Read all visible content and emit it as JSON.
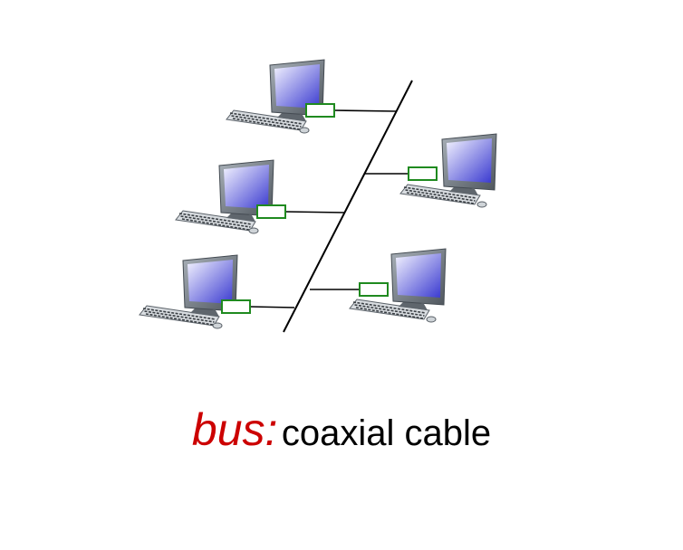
{
  "caption": {
    "label": "bus:",
    "text": "coaxial cable",
    "label_color": "#cc0000"
  },
  "diagram": {
    "topology": "bus",
    "bus_line": {
      "name": "coaxial-cable",
      "color": "#000000"
    },
    "hosts": [
      {
        "id": "host-1",
        "side": "left",
        "icon": "desktop-computer-icon",
        "adapter": "network-adapter-icon"
      },
      {
        "id": "host-2",
        "side": "left",
        "icon": "desktop-computer-icon",
        "adapter": "network-adapter-icon"
      },
      {
        "id": "host-3",
        "side": "left",
        "icon": "desktop-computer-icon",
        "adapter": "network-adapter-icon"
      },
      {
        "id": "host-4",
        "side": "right",
        "icon": "desktop-computer-icon",
        "adapter": "network-adapter-icon"
      },
      {
        "id": "host-5",
        "side": "right",
        "icon": "desktop-computer-icon",
        "adapter": "network-adapter-icon"
      }
    ],
    "colors": {
      "screen_light": "#f4f4ff",
      "screen_dark": "#3a3ad0",
      "bezel": "#6f7780",
      "adapter_fill": "#ffffff",
      "adapter_stroke": "#1f8a1f"
    }
  }
}
